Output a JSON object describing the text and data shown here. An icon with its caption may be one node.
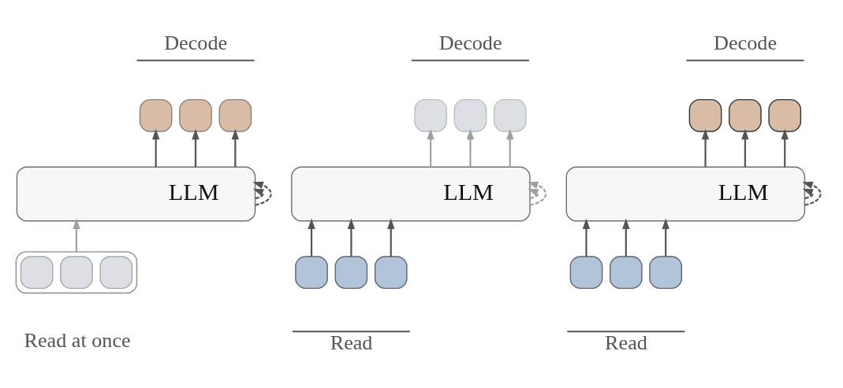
{
  "diagram": {
    "nodes": [
      {
        "text": [],
        "shape": "box"
      },
      {
        "text": [],
        "shape": "box"
      },
      {
        "text": [],
        "shape": "box"
      },
      {
        "text": [
          "LLM"
        ]
      },
      {
        "text": [],
        "shape": "box"
      },
      {
        "text": [],
        "shape": "box",
        "in": 4
      },
      {
        "text": [],
        "shape": "box",
        "in": 4
      },
      {
        "text": [],
        "shape": "box",
        "in": 4
      },
      {
        "text": [],
        "shape": "box"
      },
      {
        "text": [],
        "shape": "box"
      },
      {
        "text": [],
        "shape": "box"
      },
      {
        "text": [
          "LLM"
        ]
      },
      {
        "text": [],
        "shape": "box"
      },
      {
        "text": [],
        "shape": "box"
      },
      {
        "text": [],
        "shape": "box"
      },
      {
        "text": [],
        "shape": "box"
      },
      {
        "text": [],
        "shape": "box"
      },
      {
        "text": [],
        "shape": "box"
      },
      {
        "text": [
          "LLM"
        ]
      },
      {
        "text": [],
        "shape": "box"
      },
      {
        "text": [],
        "shape": "box"
      },
      {
        "text": [],
        "shape": "box"
      }
    ],
    "edges": [
      {
        "from": 4,
        "to": 3,
        "arrow": "to",
        "color": "#a0a0a0"
      },
      {
        "from": 3,
        "to": 0,
        "arrow": "to"
      },
      {
        "from": 3,
        "to": 1,
        "arrow": "to"
      },
      {
        "from": 3,
        "to": 2,
        "arrow": "to"
      },
      {
        "from": 3,
        "to": 3,
        "arrow": "to",
        "style": "dashed"
      },
      {
        "from": 3,
        "to": 3,
        "arrow": "to",
        "style": "dashed"
      },
      {
        "from": 12,
        "to": 11,
        "arrow": "to"
      },
      {
        "from": 13,
        "to": 11,
        "arrow": "to"
      },
      {
        "from": 14,
        "to": 11,
        "arrow": "to"
      },
      {
        "from": 11,
        "to": 8,
        "arrow": "to",
        "color": "#a0a0a0"
      },
      {
        "from": 11,
        "to": 9,
        "arrow": "to",
        "color": "#a0a0a0"
      },
      {
        "from": 11,
        "to": 10,
        "arrow": "to",
        "color": "#a0a0a0"
      },
      {
        "from": 11,
        "to": 11,
        "arrow": "to",
        "style": "dashed",
        "color": "#a0a0a0"
      },
      {
        "from": 11,
        "to": 11,
        "arrow": "to",
        "style": "dashed",
        "color": "#a0a0a0"
      },
      {
        "from": 19,
        "to": 18,
        "arrow": "to"
      },
      {
        "from": 20,
        "to": 18,
        "arrow": "to"
      },
      {
        "from": 21,
        "to": 18,
        "arrow": "to"
      },
      {
        "from": 18,
        "to": 15,
        "arrow": "to"
      },
      {
        "from": 18,
        "to": 16,
        "arrow": "to"
      },
      {
        "from": 18,
        "to": 17,
        "arrow": "to"
      },
      {
        "from": 18,
        "to": 18,
        "arrow": "to",
        "style": "dashed"
      },
      {
        "from": 18,
        "to": 18,
        "arrow": "to",
        "style": "dashed"
      }
    ],
    "labels": [
      "Decode",
      "Decode",
      "Decode",
      "Read at once",
      "Read",
      "Read"
    ]
  }
}
